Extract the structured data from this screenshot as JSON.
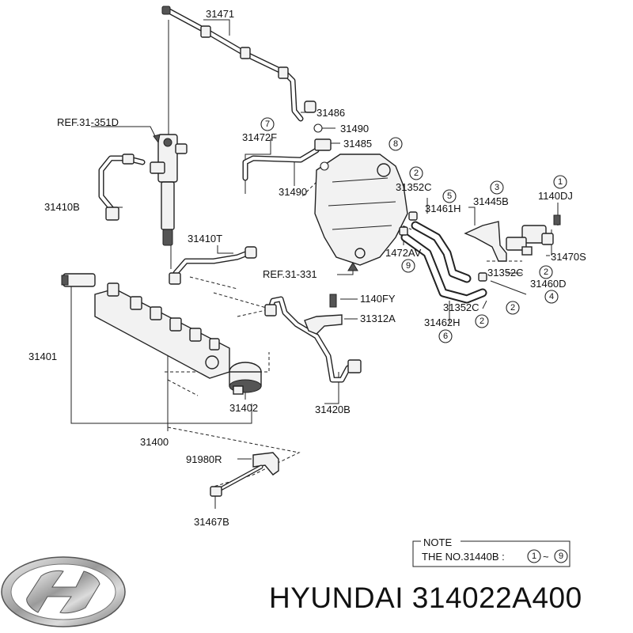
{
  "labels": {
    "l31471": "31471",
    "l31486": "31486",
    "l31490a": "31490",
    "l31485": "31485",
    "l31472F": "31472F",
    "l31490b": "31490",
    "lRef351D": "REF.31-351D",
    "l31410B": "31410B",
    "l31410T": "31410T",
    "l31352Ca": "31352C",
    "l31445B": "31445B",
    "l1140DJ": "1140DJ",
    "l31461H": "31461H",
    "l1472AV": "1472AV",
    "l31470S": "31470S",
    "lRef331": "REF.31-331",
    "l31352Cb": "31352C",
    "l31460D": "31460D",
    "l31352Cc": "31352C",
    "l1140FY": "1140FY",
    "l31312A": "31312A",
    "l31462H": "31462H",
    "l31401": "31401",
    "l31402": "31402",
    "l31420B": "31420B",
    "l31400": "31400",
    "l91980R": "91980R",
    "l31467B": "31467B"
  },
  "circled": {
    "c1": "1",
    "c2a": "2",
    "c2b": "2",
    "c2c": "2",
    "c3": "3",
    "c4": "4",
    "c5": "5",
    "c6": "6",
    "c7": "7",
    "c8": "8",
    "c9": "9"
  },
  "note": {
    "title": "NOTE",
    "line_prefix": "THE NO.31440B :",
    "range_from": "1",
    "range_sep": "~",
    "range_to": "9"
  },
  "brand": {
    "text": "HYUNDAI 314022A400",
    "logo_icon": "hyundai-logo-icon"
  }
}
